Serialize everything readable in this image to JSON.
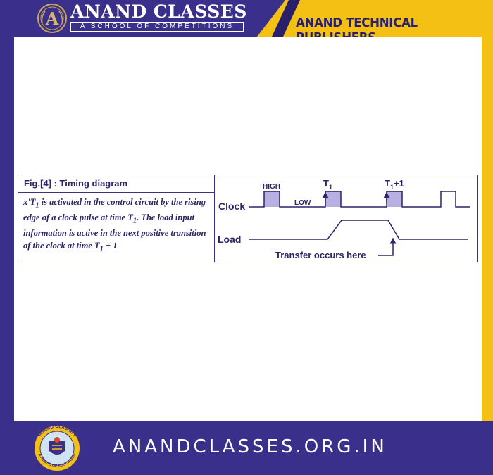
{
  "header": {
    "brand_title": "ANAND CLASSES",
    "brand_tagline": "A SCHOOL OF COMPETITIONS",
    "publisher": "ANAND TECHNICAL PUBLISHERS",
    "logo_letter": "A"
  },
  "figure": {
    "caption": "Fig.[4] :  Timing diagram",
    "description_parts": {
      "p1": "x'T",
      "s1": "1",
      "p2": " is activated in the control circuit by the rising edge of a clock pulse at time T",
      "s2": "1",
      "p3": ". The load input information is active in the next positive transition of the clock at time T",
      "s3": "1",
      "p4": " + 1"
    },
    "diagram": {
      "clock_label": "Clock",
      "load_label": "Load",
      "high_label": "HIGH",
      "low_label": "LOW",
      "t1_base": "T",
      "t1_sub": "1",
      "t2_base": "T",
      "t2_sub": "1",
      "t2_suffix": "+1",
      "transfer_label": "Transfer occurs here"
    }
  },
  "footer": {
    "url": "ANANDCLASSES.ORG.IN",
    "seal_top": "ANAND CLASSES",
    "seal_bottom": "A HOUSE OF EDUCATION"
  },
  "colors": {
    "navy": "#3a2f8a",
    "gold": "#f4c013",
    "pulse_fill": "#b8b0e0",
    "ink": "#2e2467"
  }
}
